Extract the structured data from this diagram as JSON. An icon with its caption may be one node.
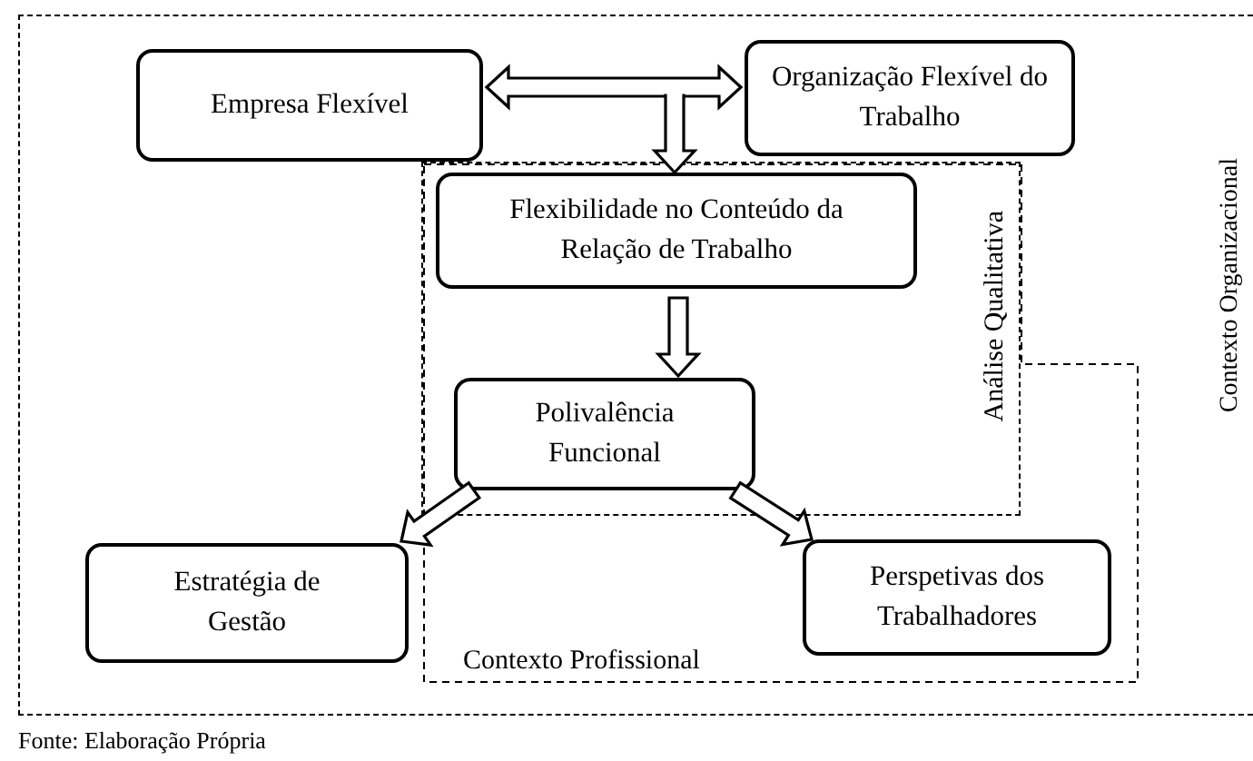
{
  "diagram": {
    "nodes": [
      {
        "text": [
          "Contexto Organizacional"
        ]
      },
      {
        "text": [
          "Empresa Flexível"
        ],
        "in": 0
      },
      {
        "text": [
          "Organização Flexível do Trabalho"
        ],
        "in": 0
      },
      {
        "text": [
          "Contexto Profissional"
        ],
        "in": 0
      },
      {
        "text": [
          "Análise Qualitativa"
        ],
        "in": 3
      },
      {
        "text": [
          "Flexibilidade no Conteúdo da Relação de Trabalho"
        ],
        "in": 4
      },
      {
        "text": [
          "Polivalência Funcional"
        ],
        "in": 4
      },
      {
        "text": [
          "Estratégia de Gestão"
        ],
        "in": 0
      },
      {
        "text": [
          "Perspetivas dos Trabalhadores"
        ],
        "in": 3
      }
    ],
    "edges": [
      {
        "from": 1,
        "to": 2,
        "arrow": "both"
      },
      {
        "from": null,
        "to": 5,
        "arrow": "to"
      },
      {
        "from": 5,
        "to": 6,
        "arrow": "to"
      },
      {
        "from": 6,
        "to": 7,
        "arrow": "to"
      },
      {
        "from": 6,
        "to": 8,
        "arrow": "to"
      }
    ],
    "labels": [
      "Fonte: Elaboração Própria"
    ]
  }
}
